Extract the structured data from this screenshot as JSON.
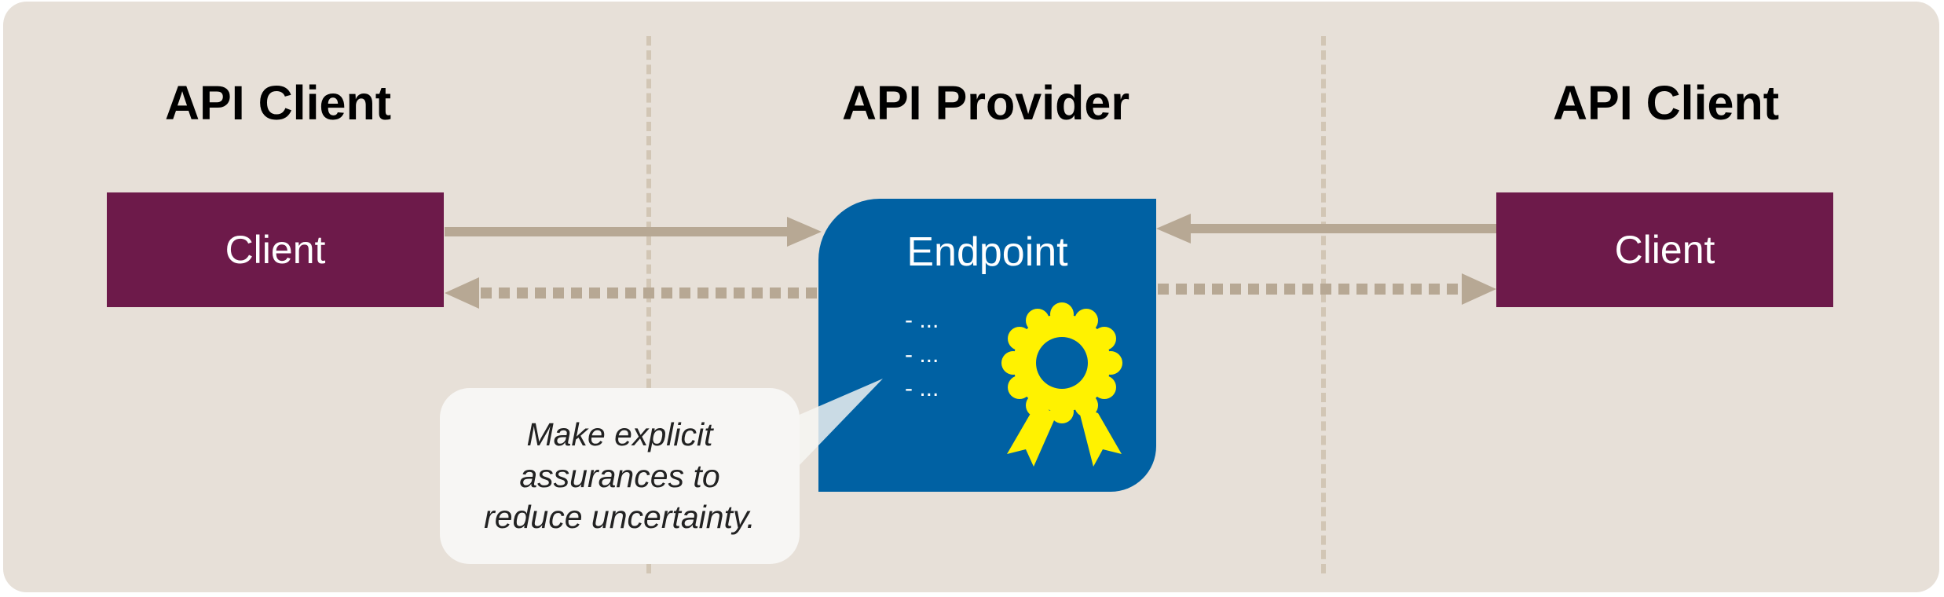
{
  "headings": {
    "left": "API Client",
    "center": "API Provider",
    "right": "API Client"
  },
  "clients": {
    "left_label": "Client",
    "right_label": "Client"
  },
  "endpoint": {
    "title": "Endpoint",
    "items": [
      "- ...",
      "- ...",
      "- ..."
    ]
  },
  "callout": {
    "lines": [
      "Make explicit",
      "assurances to",
      "reduce uncertainty."
    ]
  },
  "icons": {
    "certificate": "award-ribbon-icon"
  },
  "colors": {
    "background": "#e7e0d8",
    "client": "#6d1a4a",
    "endpoint": "#0061a3",
    "arrow": "#b7a894",
    "badge": "#fff200",
    "callout": "#f7f6f4"
  }
}
